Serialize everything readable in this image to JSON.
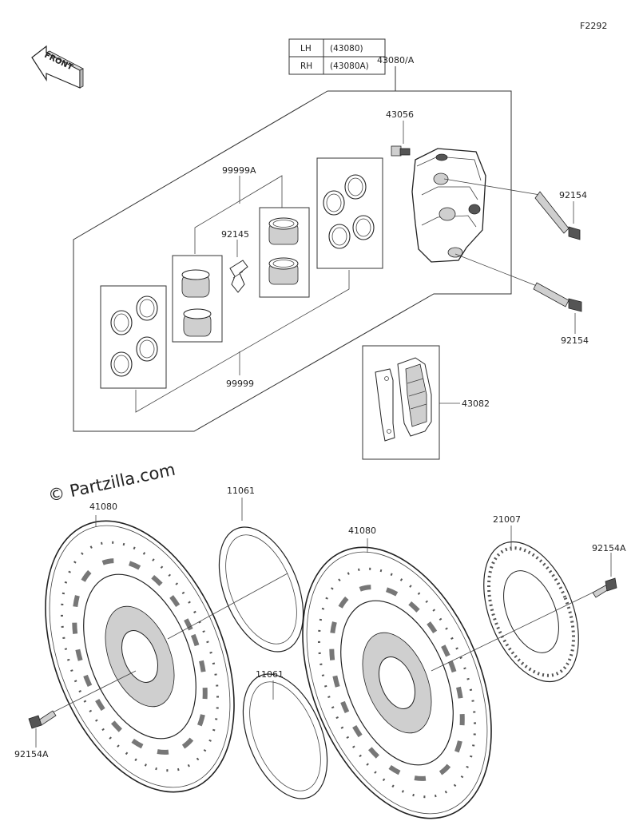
{
  "diagram_id": "F2292",
  "front_label": "FRONT",
  "watermark": "© Partzilla.com",
  "variant_table": {
    "rows": [
      {
        "side": "LH",
        "part": "(43080)"
      },
      {
        "side": "RH",
        "part": "(43080A)"
      }
    ]
  },
  "labels": {
    "caliper_assembly": "43080/A",
    "bleeder": "43056",
    "caliper_bolt_top": "92154",
    "caliper_bolt_bottom": "92154",
    "piston_kit_a": "99999A",
    "spring": "92145",
    "seal_kit": "99999",
    "brake_pads": "43082",
    "disc_left": "41080",
    "spacer_top": "11061",
    "disc_right": "41080",
    "sensor_rotor": "21007",
    "disc_bolt_right": "92154A",
    "spacer_bottom": "11061",
    "disc_bolt_left": "92154A"
  }
}
